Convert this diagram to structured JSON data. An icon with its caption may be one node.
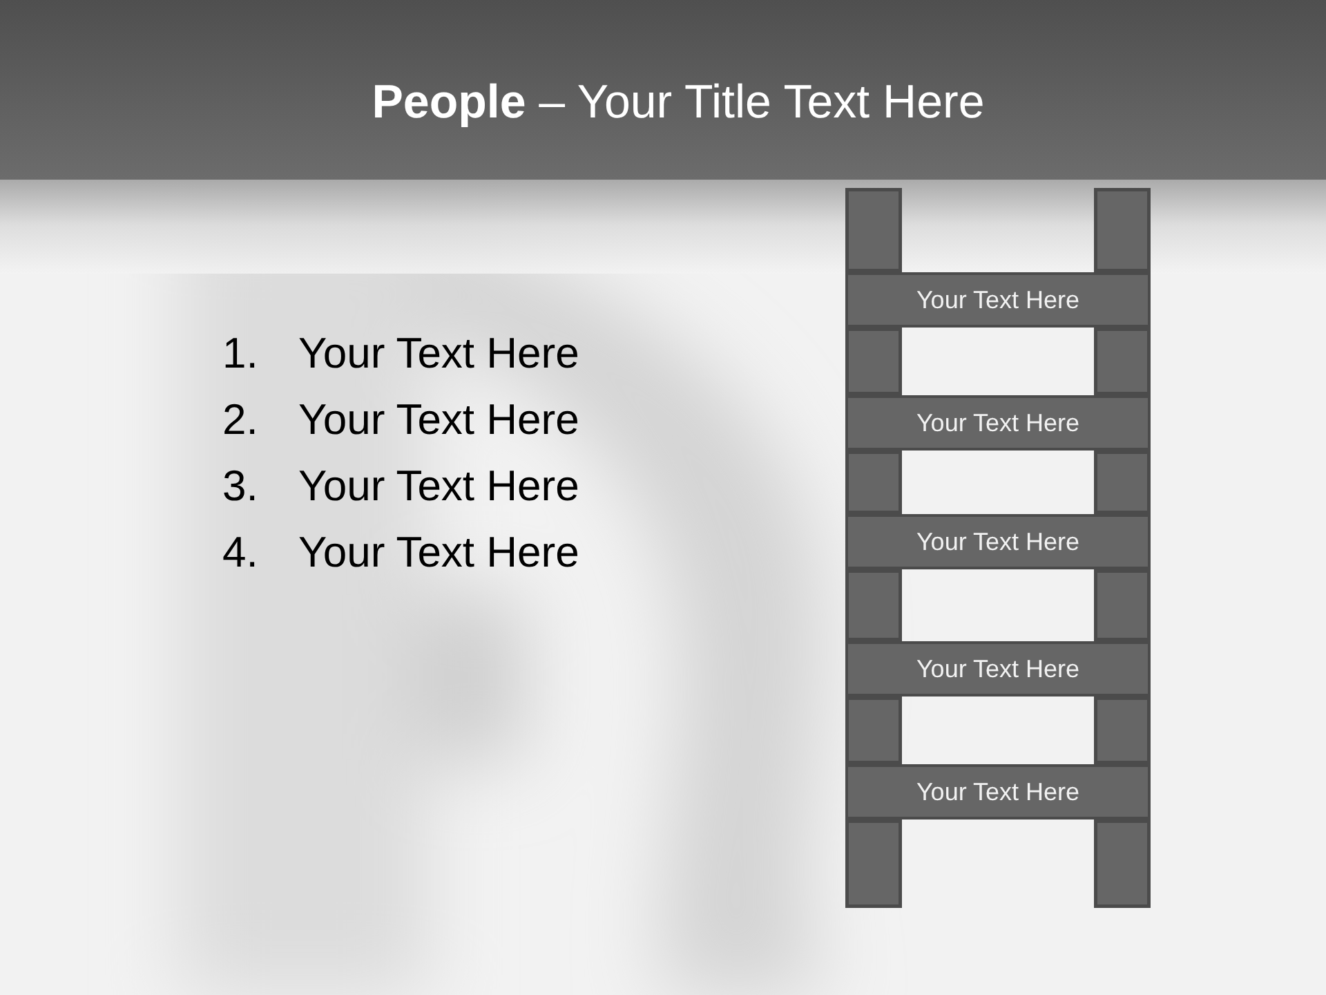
{
  "diagram": {
    "title": "**People** – Your Title Text Here",
    "nodes": [
      {
        "text": [
          "Your Text Here"
        ]
      },
      {
        "text": [
          "Your Text Here"
        ]
      },
      {
        "text": [
          "Your Text Here"
        ]
      },
      {
        "text": [
          "Your Text Here"
        ]
      },
      {
        "text": [
          "Your Text Here"
        ]
      }
    ],
    "labels": [
      "1.",
      "Your Text Here",
      "2.",
      "Your Text Here",
      "3.",
      "Your Text Here",
      "4.",
      "Your Text Here"
    ]
  }
}
